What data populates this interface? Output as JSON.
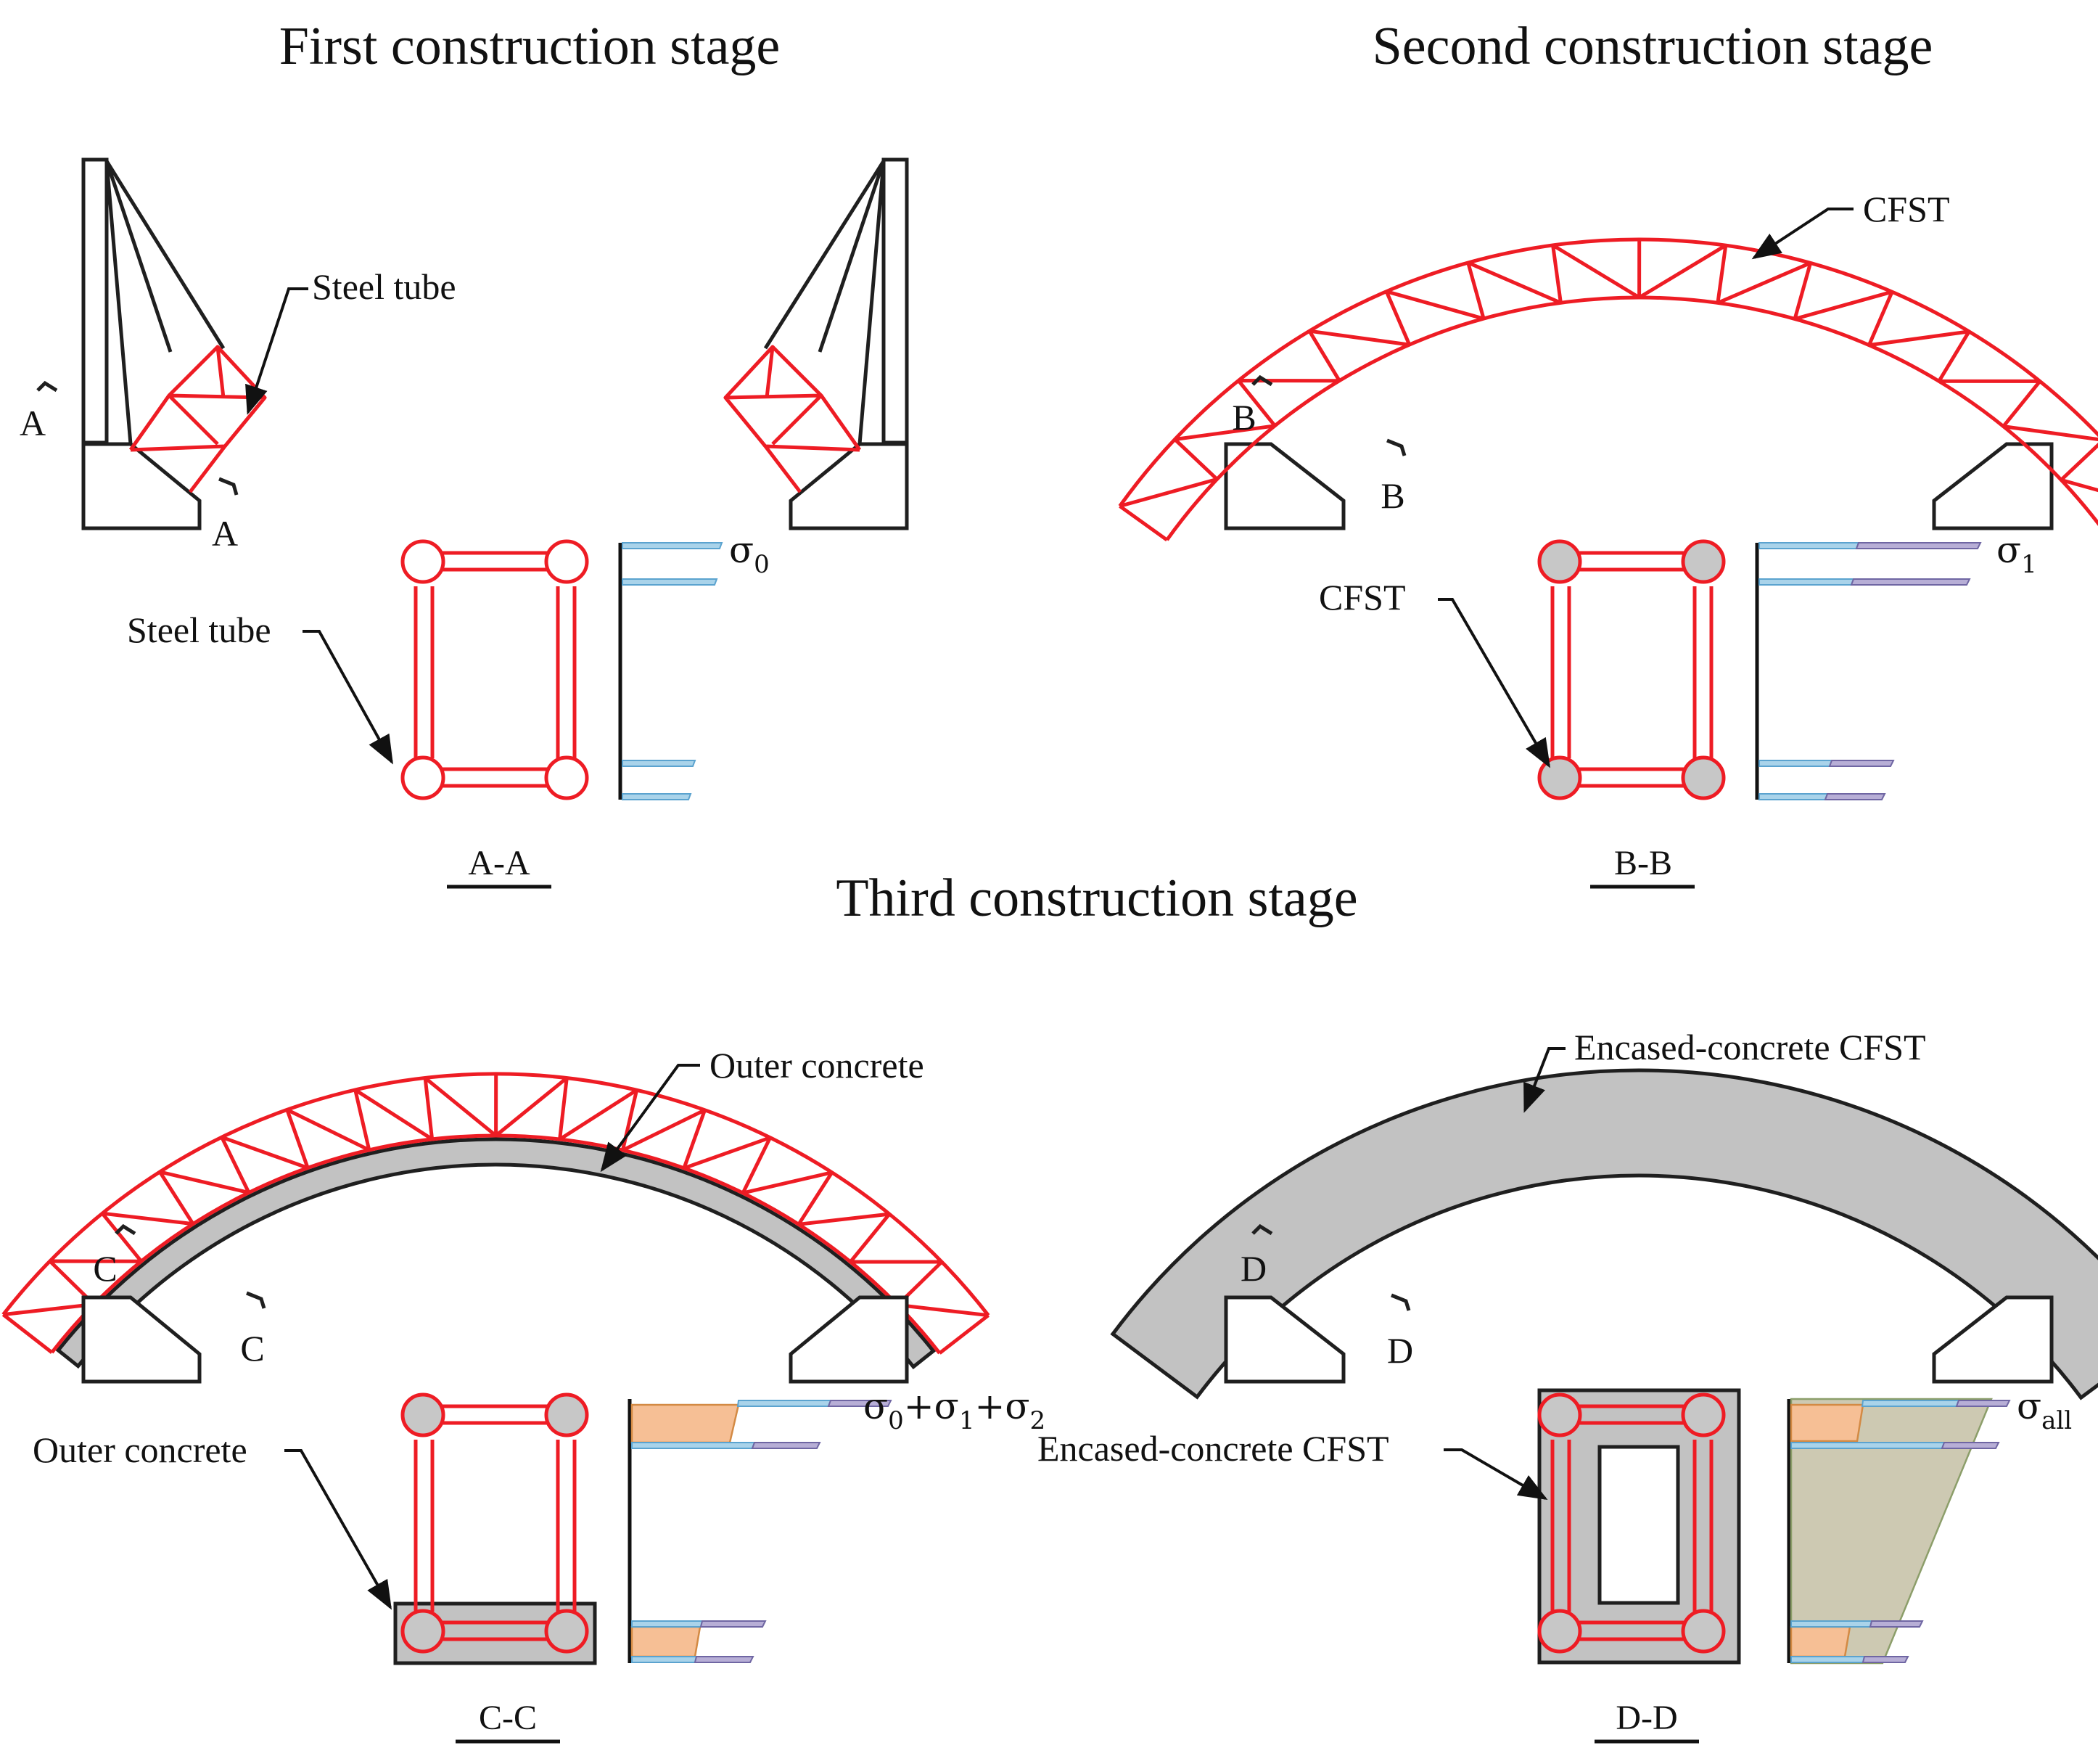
{
  "stages": {
    "first": {
      "title": "First construction stage",
      "tube_label": "Steel tube",
      "section_label": "A-A",
      "cut_mark": "A",
      "tube_label_2": "Steel tube",
      "stress_symbol": "σ",
      "stress_sub": "0"
    },
    "second": {
      "title": "Second construction stage",
      "arch_label": "CFST",
      "section_label": "B-B",
      "cut_mark": "B",
      "tube_label": "CFST",
      "stress_symbol": "σ",
      "stress_sub": "1"
    },
    "third": {
      "title": "Third construction stage"
    },
    "third_c": {
      "arch_label": "Outer concrete",
      "section_label": "C-C",
      "cut_mark": "C",
      "tube_label": "Outer concrete",
      "stress": {
        "s1": "σ",
        "sub1": "0",
        "plus1": "+σ",
        "sub2": "1",
        "plus2": "+σ",
        "sub3": "2"
      }
    },
    "third_d": {
      "arch_label": "Encased-concrete CFST",
      "section_label": "D-D",
      "cut_mark": "D",
      "tube_label": "Encased-concrete CFST",
      "stress_symbol": "σ",
      "stress_sub": "all"
    }
  },
  "colors": {
    "steel": "#ee1c24",
    "concrete": "#c2c2c2",
    "stress_initial": "#a9d3ea",
    "stress_second": "#b7aed6",
    "stress_third": "#f6bf95",
    "stress_all": "#cdc9b2"
  }
}
